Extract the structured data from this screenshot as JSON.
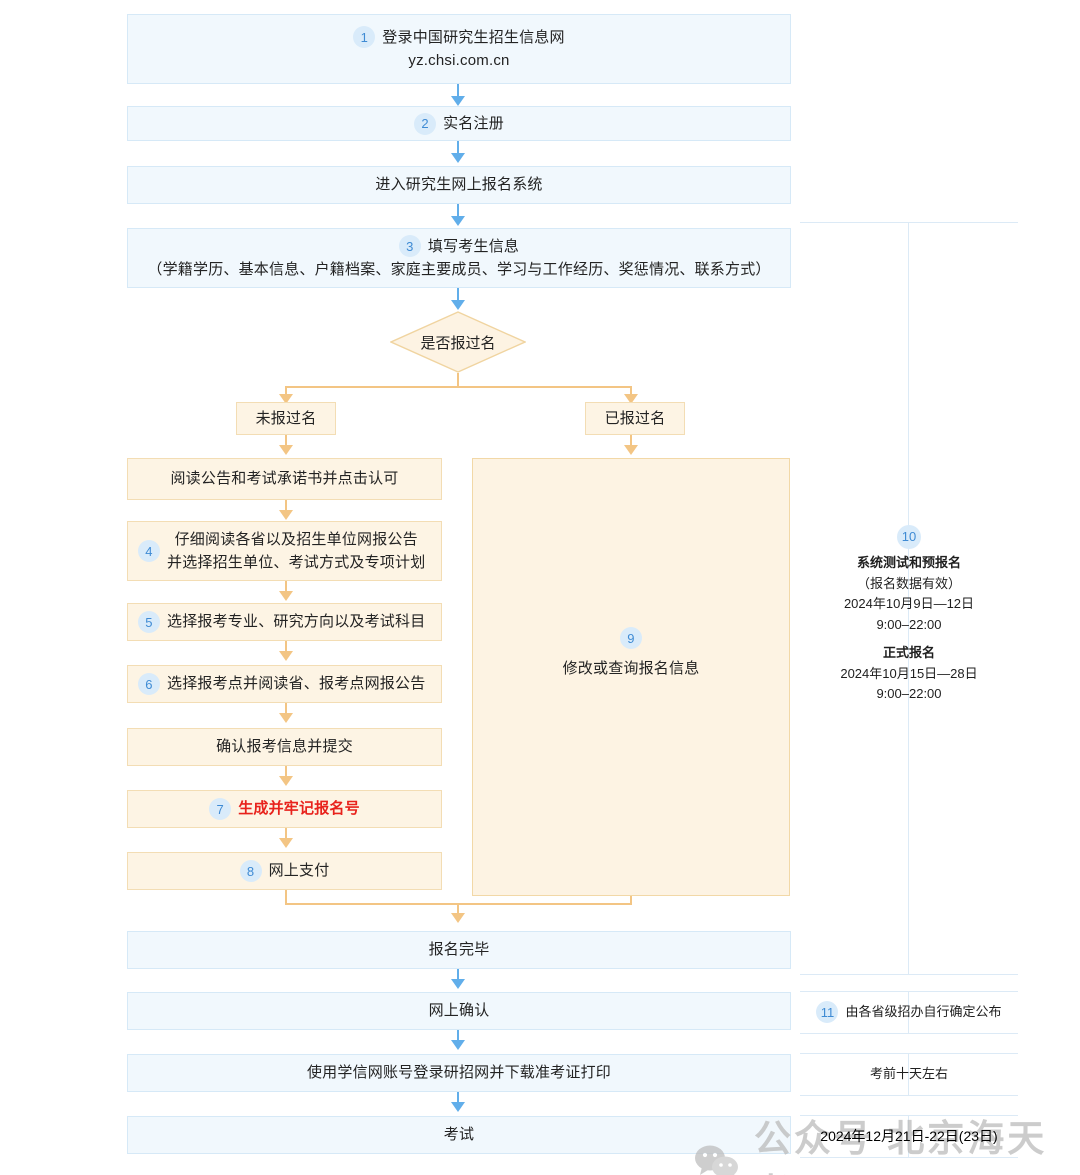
{
  "flow": {
    "step1": {
      "num": "1",
      "line1": "登录中国研究生招生信息网",
      "line2": "yz.chsi.com.cn"
    },
    "step2": {
      "num": "2",
      "label": "实名注册"
    },
    "step_system": {
      "label": "进入研究生网上报名系统"
    },
    "step3": {
      "num": "3",
      "line1": "填写考生信息",
      "line2": "（学籍学历、基本信息、户籍档案、家庭主要成员、学习与工作经历、奖惩情况、联系方式）"
    },
    "decision": {
      "label": "是否报过名"
    },
    "branch_left": {
      "label": "未报过名"
    },
    "branch_right": {
      "label": "已报过名"
    },
    "left_steps": [
      {
        "num": "",
        "label": "阅读公告和考试承诺书并点击认可"
      },
      {
        "num": "4",
        "line1": "仔细阅读各省以及招生单位网报公告",
        "line2": "并选择招生单位、考试方式及专项计划"
      },
      {
        "num": "5",
        "label": "选择报考专业、研究方向以及考试科目"
      },
      {
        "num": "6",
        "label": "选择报考点并阅读省、报考点网报公告"
      },
      {
        "num": "",
        "label": "确认报考信息并提交"
      },
      {
        "num": "7",
        "label": "生成并牢记报名号"
      },
      {
        "num": "8",
        "label": "网上支付"
      }
    ],
    "step9": {
      "num": "9",
      "label": "修改或查询报名信息"
    },
    "step_done": {
      "label": "报名完毕"
    },
    "step_confirm": {
      "label": "网上确认"
    },
    "step_ticket": {
      "label": "使用学信网账号登录研招网并下载准考证打印"
    },
    "step_exam": {
      "label": "考试"
    }
  },
  "schedule": {
    "registration": {
      "num": "10",
      "title1": "系统测试和预报名",
      "note1": "（报名数据有效）",
      "date1": "2024年10月9日—12日",
      "time1": "9:00–22:00",
      "title2": "正式报名",
      "date2": "2024年10月15日—28日",
      "time2": "9:00–22:00"
    },
    "confirm": {
      "num": "11",
      "label": "由各省级招办自行确定公布"
    },
    "ticket": {
      "label": "考前十天左右"
    },
    "exam": {
      "label": "2024年12月21日-22日(23日)"
    }
  },
  "watermark": {
    "text": "公众号 北京海天考研",
    "icon": "wechat-icon"
  },
  "colors": {
    "blue_fill": "#f1f8fd",
    "blue_border": "#d6e9f7",
    "blue_arrow": "#61aeea",
    "orange_fill": "#fdf4e4",
    "orange_border": "#f3ddb4",
    "orange_arrow": "#f3c584",
    "badge_bg": "#d9ebfa",
    "badge_text": "#3f8bd4",
    "highlight_red": "#e8221c",
    "grid_line": "#dceaf6"
  }
}
